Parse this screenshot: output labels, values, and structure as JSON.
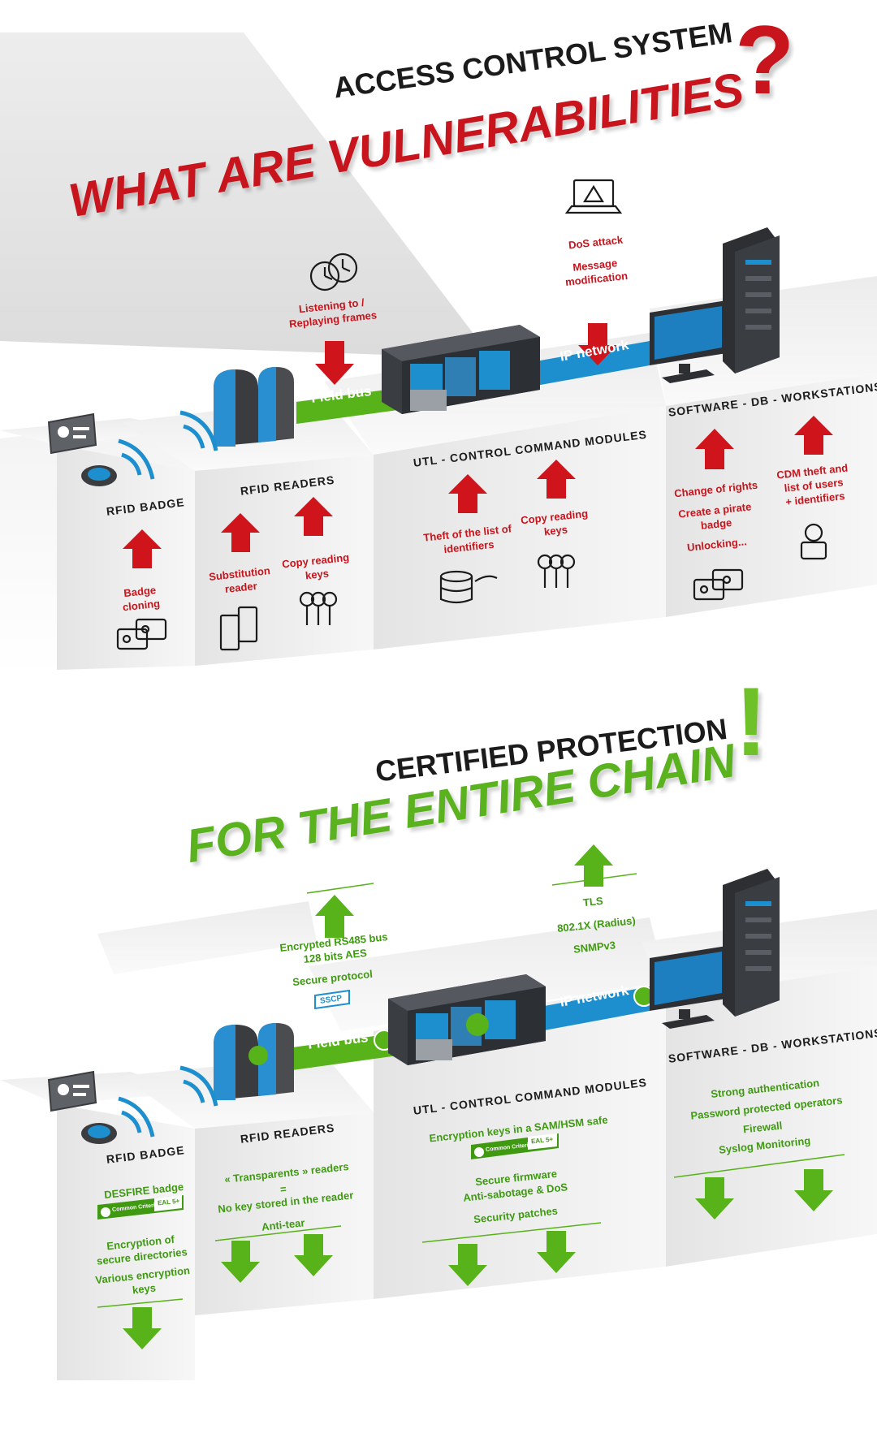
{
  "colors": {
    "red": "#c8141c",
    "green": "#58b21a",
    "blue": "#1e8fce",
    "dark": "#2d2f33"
  },
  "top": {
    "title_line1": "ACCESS CONTROL SYSTEM",
    "title_line2": "WHAT ARE VULNERABILITIES",
    "title_mark": "?",
    "field_bus": "Field bus",
    "ip_network": "IP network",
    "sections": {
      "badge": "RFID BADGE",
      "readers": "RFID READERS",
      "utl": "UTL - CONTROL COMMAND MODULES",
      "software": "SOFTWARE  - DB - WORKSTATIONS"
    },
    "threats": {
      "listening": [
        "Listening to /",
        "Replaying frames"
      ],
      "dos": "DoS attack",
      "message": [
        "Message",
        "modification"
      ],
      "badge_cloning": [
        "Badge",
        "cloning"
      ],
      "substitution": [
        "Substitution",
        "reader"
      ],
      "copy_reader_keys": [
        "Copy reading",
        "keys"
      ],
      "theft_identifiers": [
        "Theft of the list of",
        "identifiers"
      ],
      "copy_utl_keys": [
        "Copy reading",
        "keys"
      ],
      "change_rights": "Change of rights",
      "pirate_badge": [
        "Create a pirate",
        "badge"
      ],
      "unlocking": "Unlocking...",
      "cdm_theft": [
        "CDM theft and",
        "list of users",
        "+ identifiers"
      ]
    }
  },
  "bottom": {
    "title_line1": "CERTIFIED PROTECTION",
    "title_line2": "FOR THE ENTIRE CHAIN",
    "title_mark": "!",
    "field_bus": "Field bus",
    "ip_network": "IP network",
    "sections": {
      "badge": "RFID BADGE",
      "readers": "RFID READERS",
      "utl": "UTL - CONTROL COMMAND MODULES",
      "software": "SOFTWARE - DB - WORKSTATIONS"
    },
    "protections": {
      "bus": [
        "Encrypted RS485 bus",
        "128 bits AES"
      ],
      "secure_protocol": "Secure protocol",
      "sscp_logo": "SSCP",
      "ip": [
        "TLS",
        "802.1X (Radius)",
        "SNMPv3"
      ],
      "badge": {
        "desfire": "DESFIRE badge",
        "encryption": [
          "Encryption of",
          "secure directories"
        ],
        "various": [
          "Various encryption",
          "keys"
        ]
      },
      "readers": {
        "transparents": "« Transparents » readers",
        "equals": "=",
        "no_key": "No key stored in the reader",
        "anti_tear": "Anti-tear"
      },
      "utl": {
        "keys": "Encryption keys in a SAM/HSM safe",
        "firmware": "Secure firmware",
        "sabotage": "Anti-sabotage & DoS",
        "patches": "Security patches"
      },
      "software": {
        "auth": "Strong authentication",
        "password": "Password protected operators",
        "firewall": "Firewall",
        "syslog": "Syslog Monitoring"
      }
    },
    "cc_badge": {
      "brand": "Common Criteria",
      "level": "EAL 5+"
    }
  }
}
